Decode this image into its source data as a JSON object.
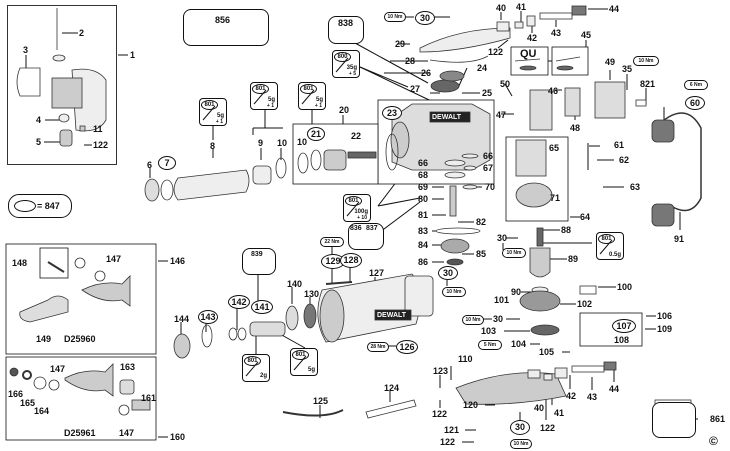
{
  "diagram": {
    "title": "Exploded parts diagram",
    "brand_text": "DEWALT",
    "copyright_symbol": "©",
    "legend": {
      "symbol": "o-ring",
      "text": "= 847"
    },
    "kit_labels": {
      "d25960": "D25960",
      "d25961": "D25961",
      "qu": "QU"
    },
    "torque": {
      "t10a": "10 Nm",
      "t10b": "10 Nm",
      "t10c": "10 Nm",
      "t10d": "10 Nm",
      "t10e": "10 Nm",
      "t10f": "10 Nm",
      "t6": "6 Nm",
      "t22": "22 Nm",
      "t28": "28 Nm",
      "t5": "5 Nm"
    },
    "grease": {
      "g800": {
        "code": "800",
        "qty": "35g",
        "plus": "+ 5"
      },
      "g801a": {
        "code": "801",
        "qty": "5g",
        "plus": "+ 1"
      },
      "g801b": {
        "code": "801",
        "qty": "5g",
        "plus": "+ 1"
      },
      "g801c": {
        "code": "801",
        "qty": "5g",
        "plus": "+ 1"
      },
      "g801d": {
        "code": "801",
        "qty": "100g",
        "plus": "+ 10"
      },
      "g801e": {
        "code": "801",
        "qty": "0.5g",
        "plus": ""
      },
      "g801f": {
        "code": "801",
        "qty": "2g",
        "plus": ""
      },
      "g801g": {
        "code": "801",
        "qty": "5g",
        "plus": ""
      }
    },
    "callouts": {
      "p1": "1",
      "p2": "2",
      "p3": "3",
      "p4": "4",
      "p5": "5",
      "p11": "11",
      "p122a": "122",
      "p856": "856",
      "p838": "838",
      "p30a": "30",
      "p29": "29",
      "p28": "28",
      "p26": "26",
      "p24": "24",
      "p27": "27",
      "p25": "25",
      "p40a": "40",
      "p41a": "41",
      "p42a": "42",
      "p43a": "43",
      "p44a": "44",
      "p122b": "122",
      "p45": "45",
      "p49": "49",
      "p35": "35",
      "p50": "50",
      "p46": "46",
      "p48": "48",
      "p821": "821",
      "p60": "60",
      "p47": "47",
      "p6": "6",
      "p7": "7",
      "p8": "8",
      "p9": "9",
      "p10a": "10",
      "p10b": "10",
      "p20": "20",
      "p21": "21",
      "p22": "22",
      "p23": "23",
      "p66a": "66",
      "p66b": "66",
      "p67": "67",
      "p68": "68",
      "p65": "65",
      "p61": "61",
      "p62": "62",
      "p63": "63",
      "p64": "64",
      "p71": "71",
      "p91": "91",
      "p69": "69",
      "p70": "70",
      "p80": "80",
      "p81": "81",
      "p82": "82",
      "p83": "83",
      "p84": "84",
      "p85": "85",
      "p86": "86",
      "p836": "836",
      "p837": "837",
      "p30b": "30",
      "p30c": "30",
      "p88": "88",
      "p89": "89",
      "p100": "100",
      "p90": "90",
      "p101": "101",
      "p102": "102",
      "p30d": "30",
      "p103": "103",
      "p104": "104",
      "p105": "105",
      "p106": "106",
      "p107": "107",
      "p108": "108",
      "p109": "109",
      "p148": "148",
      "p147a": "147",
      "p146": "146",
      "p149": "149",
      "p166": "166",
      "p165": "165",
      "p164": "164",
      "p147b": "147",
      "p163": "163",
      "p161": "161",
      "p147c": "147",
      "p160": "160",
      "p839": "839",
      "p129": "129",
      "p128": "128",
      "p127": "127",
      "p142": "142",
      "p141": "141",
      "p140": "140",
      "p130": "130",
      "p144": "144",
      "p143": "143",
      "p126": "126",
      "p110": "110",
      "p123": "123",
      "p124": "124",
      "p125": "125",
      "p122c": "122",
      "p120": "120",
      "p121": "121",
      "p122d": "122",
      "p30e": "30",
      "p40b": "40",
      "p41b": "41",
      "p122e": "122",
      "p42b": "42",
      "p43b": "43",
      "p44b": "44",
      "p861": "861"
    }
  }
}
